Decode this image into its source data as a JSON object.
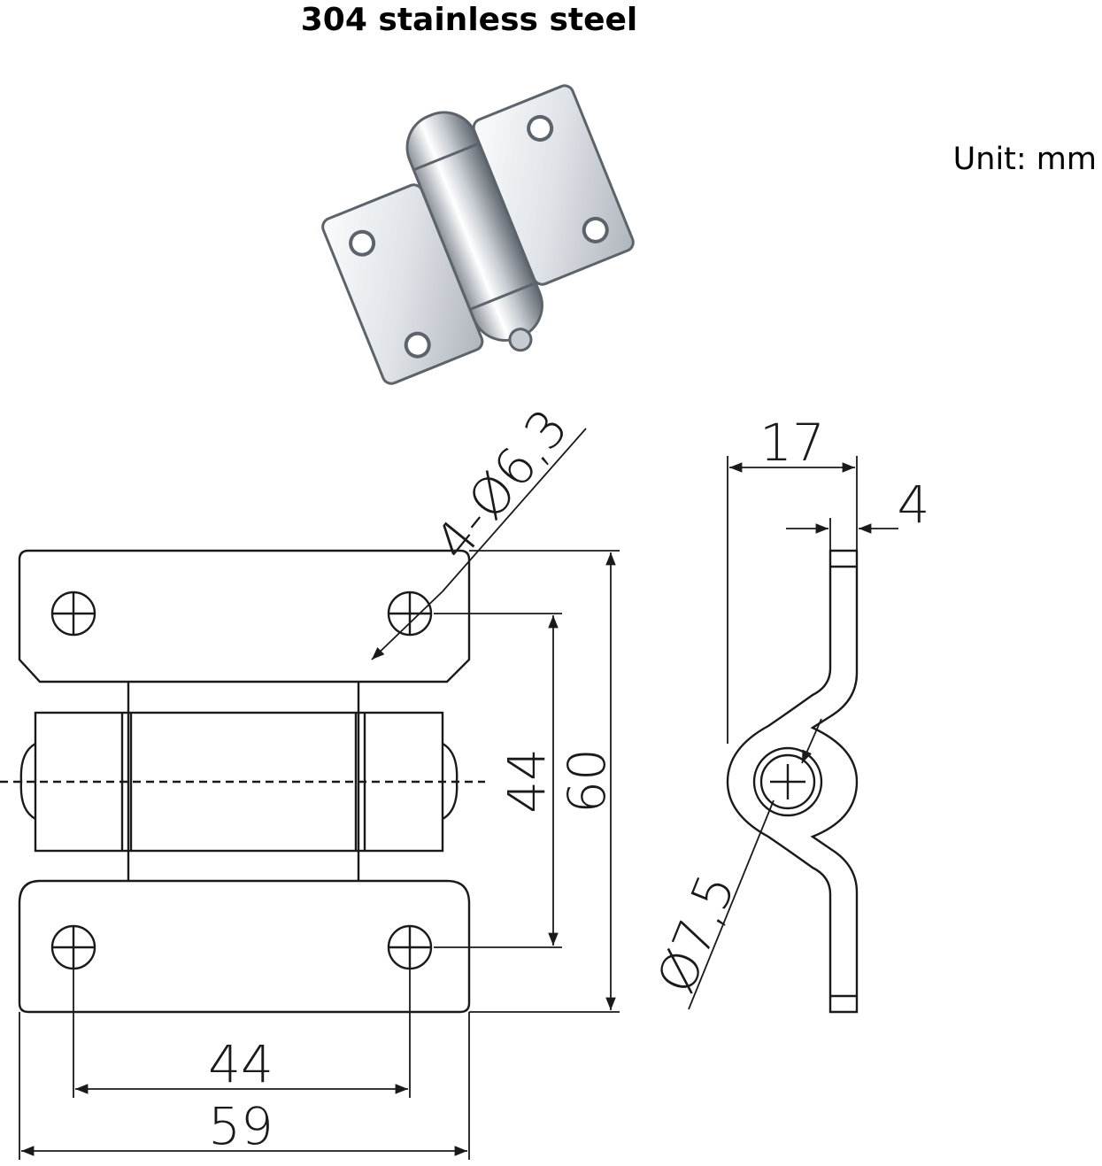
{
  "title": "304 stainless steel",
  "unit": "Unit:  mm",
  "dimensions": {
    "hole_spec": "4-Ø6,3",
    "hole_spacing_horizontal": "44",
    "overall_width": "59",
    "hole_spacing_vertical": "44",
    "overall_height": "60",
    "side_depth": "17",
    "leaf_thickness": "4",
    "pin_diameter": "Ø7,5"
  },
  "colors": {
    "line": "#1a1a1a",
    "metal_light": "#f4f6f8",
    "metal_dark": "#6f7680"
  }
}
